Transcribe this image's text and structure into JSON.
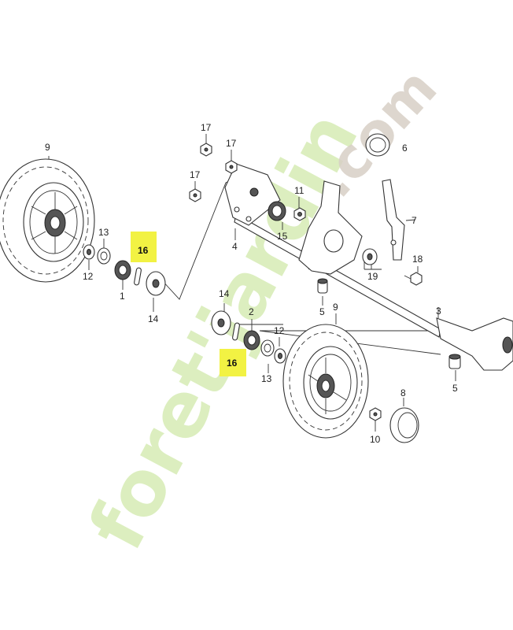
{
  "watermark": {
    "text_green": "foret'jardin",
    "text_grey": ".com",
    "green_color": "#cfe8a6",
    "grey_color": "#cfc5b8"
  },
  "highlight_color": "#f2f243",
  "callouts": {
    "c9a": "9",
    "c17a": "17",
    "c17b": "17",
    "c17c": "17",
    "c11": "11",
    "c6": "6",
    "c7": "7",
    "c13a": "13",
    "c16a": "16",
    "c12a": "12",
    "c1": "1",
    "c14a": "14",
    "c4": "4",
    "c15": "15",
    "c19": "19",
    "c18": "18",
    "c5a": "5",
    "c3": "3",
    "c14b": "14",
    "c2": "2",
    "c9b": "9",
    "c12b": "12",
    "c16b": "16",
    "c13b": "13",
    "c5b": "5",
    "c8": "8",
    "c10": "10"
  }
}
